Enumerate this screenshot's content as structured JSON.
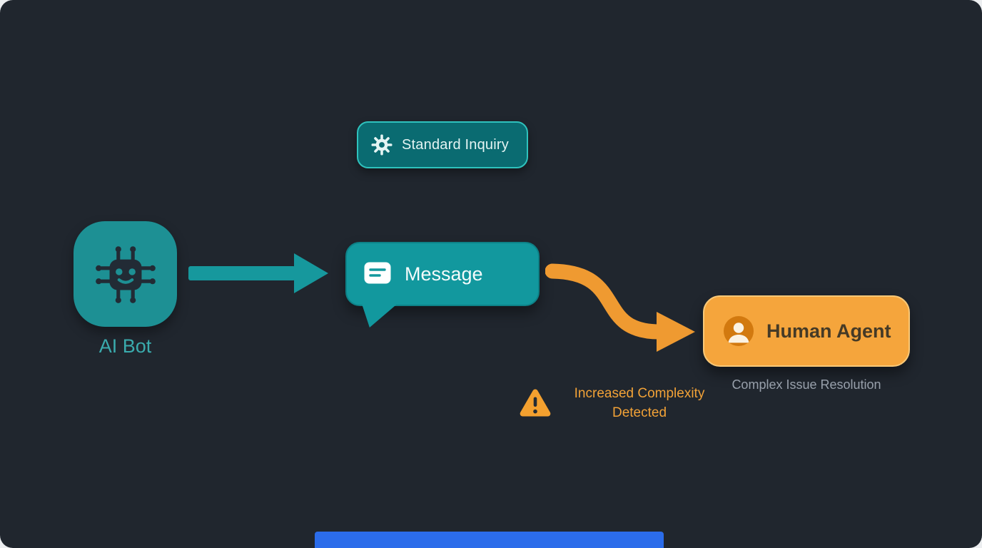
{
  "colors": {
    "background": "#20262e",
    "teal": "#16989d",
    "teal_dark": "#0a6b71",
    "teal_border": "#2fc2bd",
    "orange": "#f5a53c",
    "orange_dark": "#d2790f",
    "orange_border": "#f9c877",
    "warning_orange": "#f2a237",
    "muted_text": "#98a0ab",
    "bottom_bar": "#2b6cea"
  },
  "nodes": {
    "ai_bot": {
      "label": "AI Bot",
      "icon": "robot-circuit-icon"
    },
    "standard_inquiry": {
      "label": "Standard Inquiry",
      "icon": "gear-icon"
    },
    "message": {
      "label": "Message",
      "icon": "chat-bubble-icon"
    },
    "human_agent": {
      "label": "Human Agent",
      "subtitle": "Complex Issue Resolution",
      "icon": "person-icon"
    },
    "warning": {
      "line1": "Increased Complexity",
      "line2": "Detected",
      "icon": "warning-triangle-icon"
    }
  },
  "edges": [
    {
      "from": "AI Bot",
      "to": "Message",
      "style": "straight",
      "color": "#16989d"
    },
    {
      "from": "Message",
      "to": "Human Agent",
      "style": "s-curve",
      "color": "#ef9a31"
    }
  ]
}
